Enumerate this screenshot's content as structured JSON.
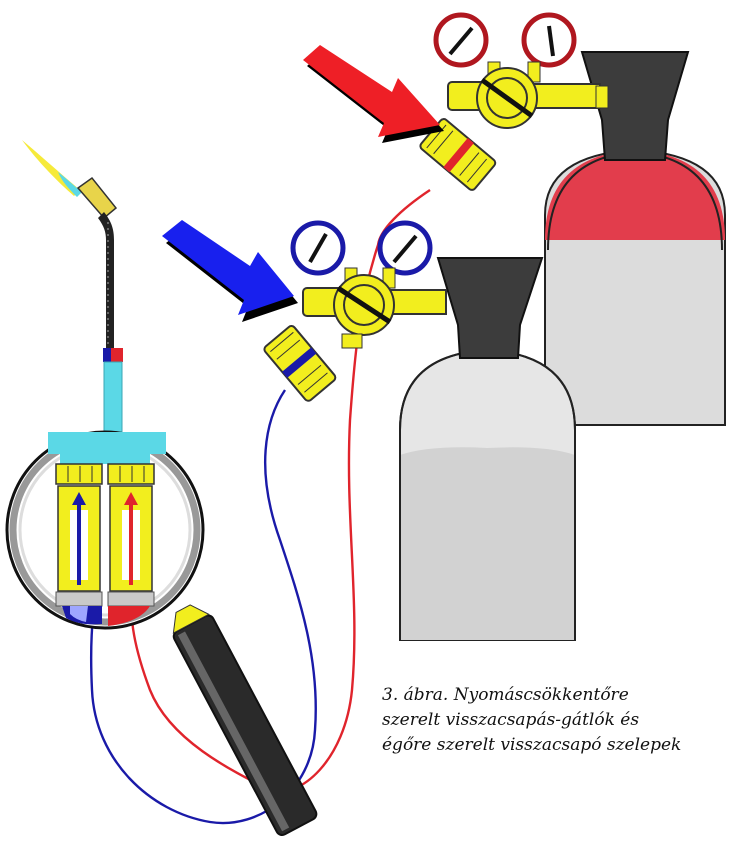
{
  "caption": {
    "line1": "3. ábra. Nyomáscsökkentőre",
    "line2": "szerelt visszacsapás-gátlók és",
    "line3": "égőre szerelt visszacsapó szelepek"
  },
  "colors": {
    "oxygen": "#1a1aa8",
    "fuel_gas": "#e0242c",
    "brass": "#f2ee1e",
    "cylinder_body": "#d8d8d8",
    "cylinder_neck": "#3c3c3c",
    "cylinder_cap_red": "#e23d4c",
    "torch_tube": "#5bd8e6"
  },
  "icons": [
    "fuel-gas-arrow-icon",
    "oxygen-arrow-icon",
    "flame-icon",
    "magnifier-icon",
    "pressure-gauge-icon"
  ]
}
